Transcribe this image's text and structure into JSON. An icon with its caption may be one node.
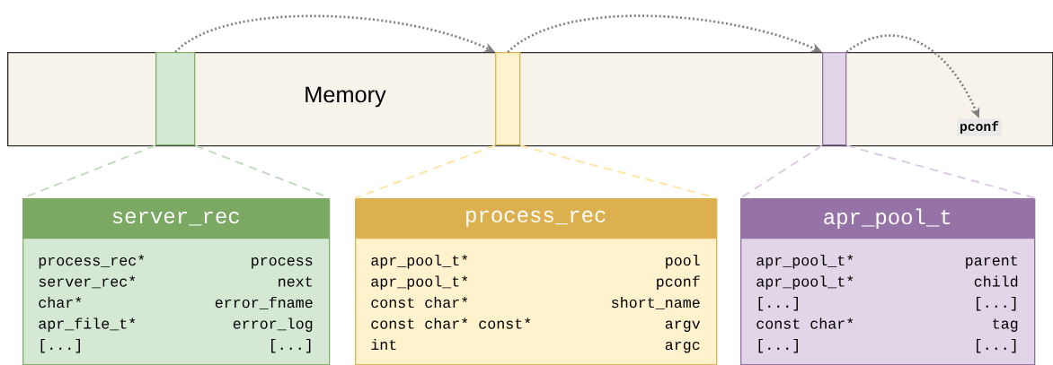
{
  "diagram": {
    "nodes": [
      {
        "text": [
          "Memory"
        ]
      },
      {
        "text": [],
        "shape": "box",
        "in": 0
      },
      {
        "text": [],
        "shape": "box",
        "in": 0
      },
      {
        "text": [],
        "shape": "box",
        "in": 0
      },
      {
        "text": [
          "pconf"
        ],
        "in": 0
      },
      {
        "text": [
          "server_rec",
          "process_rec*",
          "process",
          "server_rec*",
          "next",
          "char*",
          "error_fname",
          "apr_file_t*",
          "error_log",
          "[...]",
          "[...]"
        ]
      },
      {
        "text": [
          "process_rec",
          "apr_pool_t*",
          "pool",
          "apr_pool_t*",
          "pconf",
          "const char*",
          "short_name",
          "const char* const*",
          "argv",
          "int",
          "argc"
        ]
      },
      {
        "text": [
          "apr_pool_t",
          "apr_pool_t*",
          "parent",
          "apr_pool_t*",
          "child",
          "[...]",
          "[...]",
          "const char*",
          "tag",
          "[...]",
          "[...]"
        ]
      }
    ],
    "edges": [
      {
        "from": 1,
        "to": 2,
        "arrow": "to"
      },
      {
        "from": 2,
        "to": 3,
        "arrow": "to"
      },
      {
        "from": 3,
        "to": 4,
        "arrow": "to"
      },
      {
        "from": 1,
        "to": 5,
        "arrow": "none",
        "style": "dashed",
        "color": "#c3dbc1"
      },
      {
        "from": 1,
        "to": 5,
        "arrow": "none",
        "style": "dashed",
        "color": "#c3dbc1"
      },
      {
        "from": 2,
        "to": 6,
        "arrow": "none",
        "style": "dashed",
        "color": "#ffe6a8"
      },
      {
        "from": 2,
        "to": 6,
        "arrow": "none",
        "style": "dashed",
        "color": "#ffe6a8"
      },
      {
        "from": 3,
        "to": 7,
        "arrow": "none",
        "style": "dashed",
        "color": "#dccbe4"
      },
      {
        "from": 3,
        "to": 7,
        "arrow": "none",
        "style": "dashed",
        "color": "#dccbe4"
      }
    ]
  }
}
